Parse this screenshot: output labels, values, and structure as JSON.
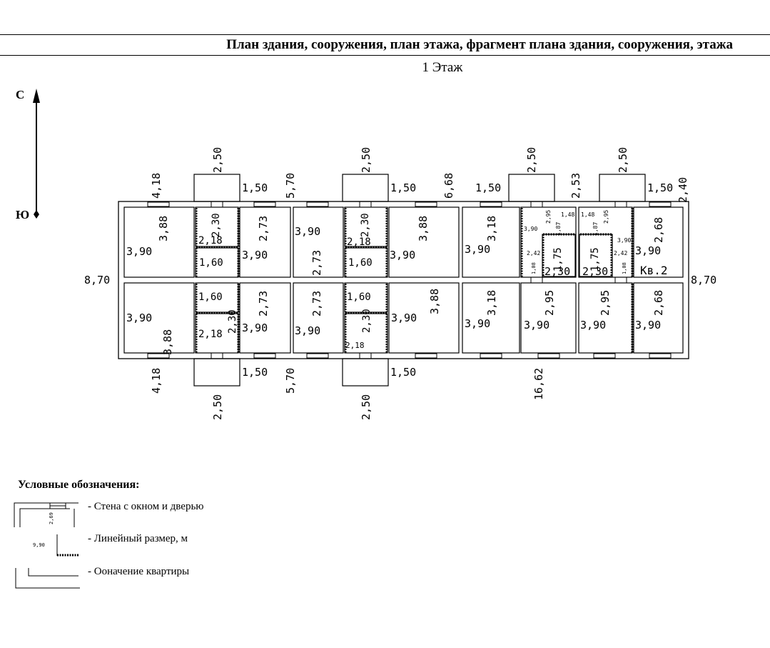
{
  "title": "План здания, сооружения, план этажа, фрагмент плана здания, сооружения, этажа",
  "floor_label": "1 Этаж",
  "north_label": "С",
  "south_label": "Ю",
  "apartment_label": "Кв.2",
  "legend": {
    "title": "Условные обозначения:",
    "items": [
      {
        "text": "- Стена с окном и дверью",
        "sample": "2,69"
      },
      {
        "text": "- Линейный размер, м",
        "sample": "9,90"
      },
      {
        "text": "- Ооначение квартиры"
      }
    ]
  },
  "dimensions": [
    {
      "text": "2,50"
    },
    {
      "text": "1,50"
    },
    {
      "text": "4,18"
    },
    {
      "text": "5,70"
    },
    {
      "text": "2,50"
    },
    {
      "text": "1,50"
    },
    {
      "text": "6,68"
    },
    {
      "text": "1,50"
    },
    {
      "text": "2,50"
    },
    {
      "text": "2,53"
    },
    {
      "text": "2,50"
    },
    {
      "text": "1,50"
    },
    {
      "text": "2,40"
    },
    {
      "text": "8,70"
    },
    {
      "text": "8,70"
    },
    {
      "text": "3,90"
    },
    {
      "text": "3,88"
    },
    {
      "text": "2,30"
    },
    {
      "text": "2,18"
    },
    {
      "text": "1,60"
    },
    {
      "text": "2,73"
    },
    {
      "text": "3,90"
    },
    {
      "text": "3,90"
    },
    {
      "text": "2,73"
    },
    {
      "text": "2,30"
    },
    {
      "text": "2,18"
    },
    {
      "text": "1,60"
    },
    {
      "text": "3,88"
    },
    {
      "text": "3,90"
    },
    {
      "text": "3,90"
    },
    {
      "text": "3,18"
    },
    {
      "text": "2,95"
    },
    {
      "text": "1,48"
    },
    {
      "text": "3,90"
    },
    {
      "text": "1,87"
    },
    {
      "text": "1,75"
    },
    {
      "text": "2,42"
    },
    {
      "text": "1,08"
    },
    {
      "text": "2,30"
    },
    {
      "text": "1,48"
    },
    {
      "text": "2,95"
    },
    {
      "text": "1,87"
    },
    {
      "text": "3,90"
    },
    {
      "text": "1,75"
    },
    {
      "text": "2,42"
    },
    {
      "text": "1,08"
    },
    {
      "text": "2,30"
    },
    {
      "text": "2,68"
    },
    {
      "text": "3,90"
    },
    {
      "text": "3,90"
    },
    {
      "text": "3,88"
    },
    {
      "text": "1,60"
    },
    {
      "text": "2,18"
    },
    {
      "text": "2,30"
    },
    {
      "text": "2,73"
    },
    {
      "text": "3,90"
    },
    {
      "text": "3,90"
    },
    {
      "text": "2,73"
    },
    {
      "text": "1,60"
    },
    {
      "text": "2,30"
    },
    {
      "text": "2,18"
    },
    {
      "text": "3,90"
    },
    {
      "text": "3,88"
    },
    {
      "text": "3,90"
    },
    {
      "text": "3,18"
    },
    {
      "text": "3,90"
    },
    {
      "text": "2,95"
    },
    {
      "text": "3,90"
    },
    {
      "text": "2,95"
    },
    {
      "text": "3,90"
    },
    {
      "text": "2,68"
    },
    {
      "text": "4,18"
    },
    {
      "text": "2,50"
    },
    {
      "text": "1,50"
    },
    {
      "text": "5,70"
    },
    {
      "text": "2,50"
    },
    {
      "text": "1,50"
    },
    {
      "text": "16,62"
    }
  ]
}
